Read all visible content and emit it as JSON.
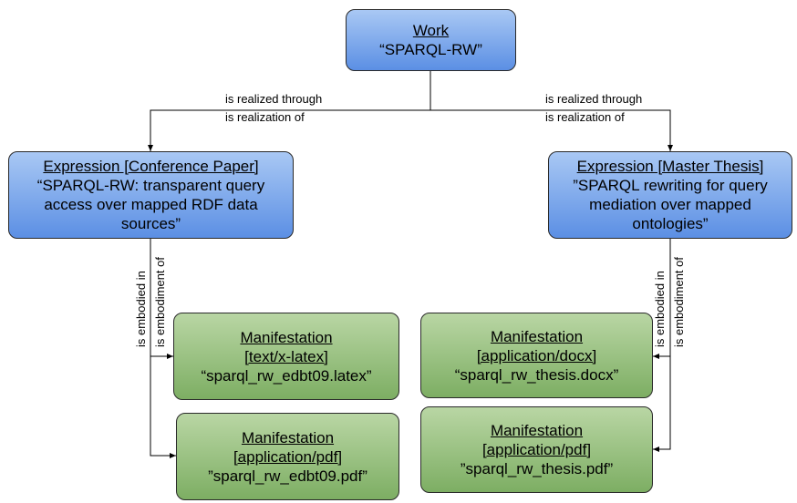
{
  "work": {
    "type": "Work",
    "title": "“SPARQL-RW”"
  },
  "expr_conf": {
    "type": "Expression [Conference Paper]",
    "title": "“SPARQL-RW: transparent query access over mapped RDF data sources”"
  },
  "expr_thesis": {
    "type": "Expression [Master Thesis]",
    "title": "”SPARQL rewriting for query mediation over mapped ontologies”"
  },
  "man_latex": {
    "type": "Manifestation",
    "format": "[text/x-latex]",
    "title": "“sparql_rw_edbt09.latex”"
  },
  "man_pdf_conf": {
    "type": "Manifestation",
    "format": "[application/pdf]",
    "title": "”sparql_rw_edbt09.pdf”"
  },
  "man_docx": {
    "type": "Manifestation",
    "format": "[application/docx]",
    "title": "“sparql_rw_thesis.docx”"
  },
  "man_pdf_thesis": {
    "type": "Manifestation",
    "format": "[application/pdf]",
    "title": "”sparql_rw_thesis.pdf”"
  },
  "edges": {
    "realized_through": "is realized through",
    "realization_of": "is realization of",
    "embodied_in": "is embodied in",
    "embodiment_of": "is embodiment of"
  },
  "colors": {
    "expression": "#5b8fe4",
    "manifestation": "#7dae63",
    "line": "#000000"
  }
}
